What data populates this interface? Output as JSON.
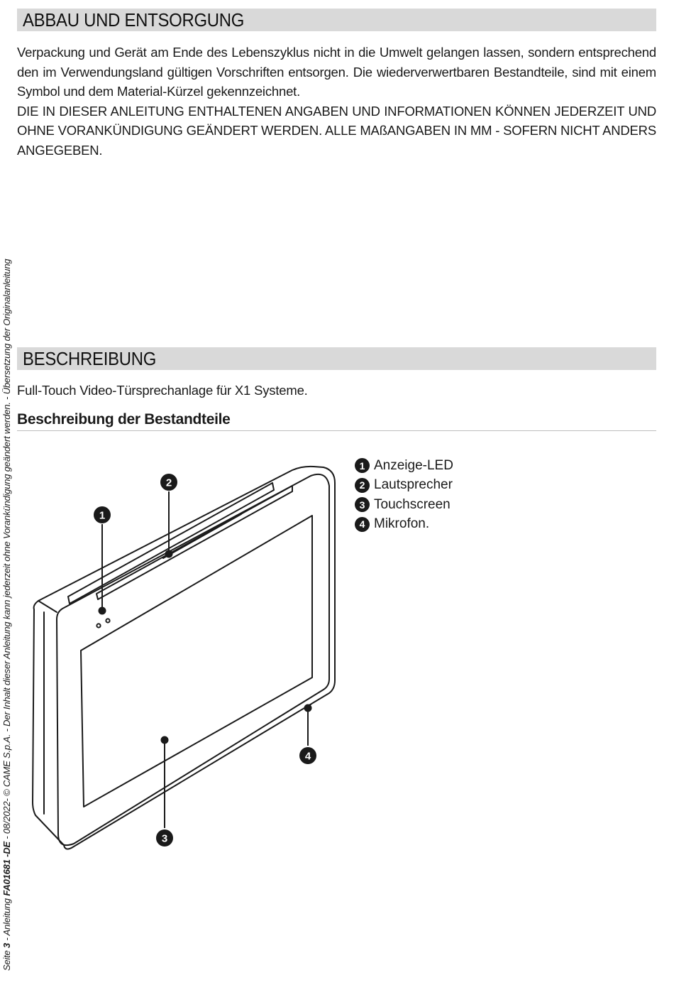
{
  "section1": {
    "title": "ABBAU UND ENTSORGUNG",
    "paragraph1": "Verpackung und Gerät am Ende des Lebenszyklus nicht in die Umwelt gelangen lassen, sondern entsprechend den im Verwendungsland gültigen Vorschriften entsorgen. Die wiederverwertbaren Bestandteile, sind mit einem Symbol und dem Material-Kürzel gekennzeichnet.",
    "paragraph2": "DIE IN DIESER ANLEITUNG ENTHALTENEN ANGABEN UND INFORMATIONEN KÖNNEN JEDERZEIT UND OHNE VORANKÜNDIGUNG GEÄNDERT WERDEN. ALLE MAßANGABEN IN MM - SOFERN NICHT ANDERS ANGEGEBEN."
  },
  "section2": {
    "title": "BESCHREIBUNG",
    "intro": "Full-Touch Video-Türsprechanlage für X1 Systeme.",
    "subheading": "Beschreibung der Bestandteile"
  },
  "legend": [
    {
      "number": "1",
      "label": "Anzeige-LED"
    },
    {
      "number": "2",
      "label": "Lautsprecher"
    },
    {
      "number": "3",
      "label": "Touchscreen"
    },
    {
      "number": "4",
      "label": "Mikrofon."
    }
  ],
  "sidebar": {
    "prefix": "Seite ",
    "page": "3",
    "middle": " - Anleitung ",
    "code": "FA01681 -DE",
    "suffix": " - 08/2022- © CAME S.p.A. - Der Inhalt dieser Anleitung kann jederzeit ohne Vorankündigung geändert werden. - Übersetzung der Originalanleitung"
  }
}
